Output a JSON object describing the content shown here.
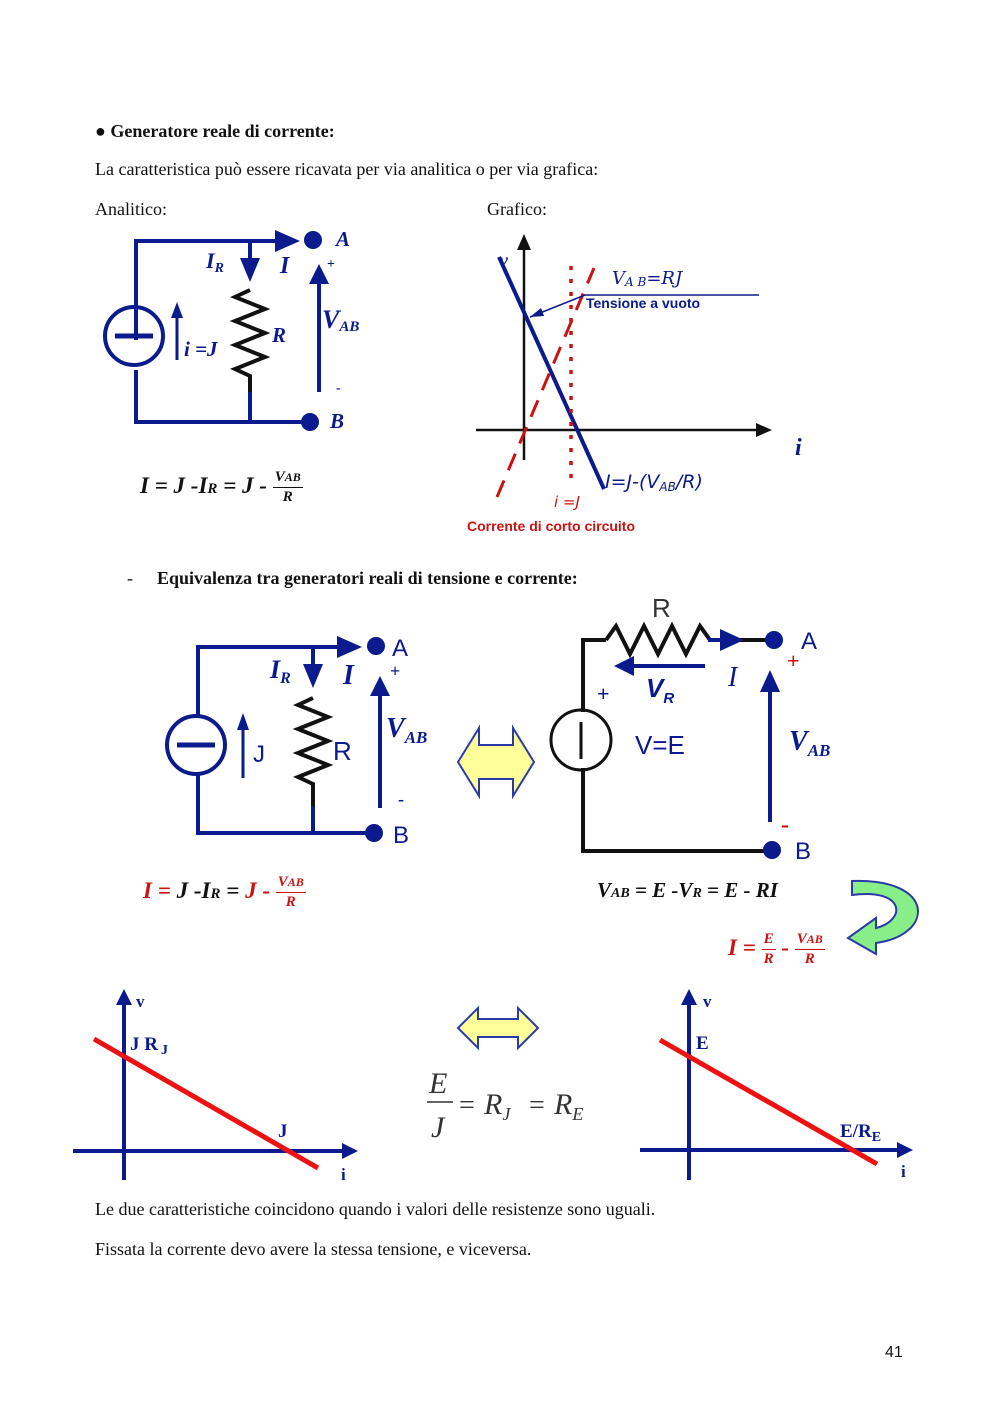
{
  "section": {
    "bullet": "●",
    "title": "Generatore reale di corrente:",
    "intro": "La caratteristica può essere ricavata per via analitica o per via grafica:",
    "analytic_label": "Analitico:",
    "graphic_label": "Grafico:"
  },
  "circuit1": {
    "node_a": "A",
    "node_b": "B",
    "ir": "I",
    "ir_sub": "R",
    "i": "I",
    "plus": "+",
    "minus": "-",
    "vab": "V",
    "vab_sub": "AB",
    "src": "i =J",
    "r": "R"
  },
  "formula1": {
    "lhs": "I = J -I",
    "sub": "R",
    "mid": " = J - ",
    "num": "V",
    "num_sub": "AB",
    "den": "R"
  },
  "graph1": {
    "v_axis": "v",
    "i_axis": "i",
    "vab_eq": "V",
    "vab_eq_sub": "A B",
    "vab_eq_rest": "=RJ",
    "open_circuit": "Tensione a vuoto",
    "line_eq_a": "I=J-(V",
    "line_eq_sub": "AB",
    "line_eq_b": "/R)",
    "ij": "i =J",
    "short_circuit": "Corrente di corto circuito"
  },
  "equiv": {
    "dash": "-",
    "title": "Equivalenza tra generatori reali di tensione e corrente:"
  },
  "circuit2": {
    "node_a": "A",
    "node_b": "B",
    "ir": "I",
    "ir_sub": "R",
    "i": "I",
    "plus": "+",
    "minus": "-",
    "vab": "V",
    "vab_sub": "AB",
    "src": "J",
    "r": "R"
  },
  "circuit3": {
    "r": "R",
    "node_a": "A",
    "node_b": "B",
    "i": "I",
    "plus_src": "+",
    "vr": "V",
    "vr_sub": "R",
    "src": "V=E",
    "plus": "+",
    "minus": "-",
    "vab": "V",
    "vab_sub": "AB"
  },
  "formula2": {
    "i": "I",
    "eq1": " = ",
    "j1": "J",
    "ir": " -I",
    "ir_sub": "R",
    "eq2": " = ",
    "j2": "J",
    "minus": " - ",
    "num": "V",
    "num_sub": "AB",
    "den": "R"
  },
  "formula3": {
    "v": "V",
    "v_sub": "AB",
    "rest": " = E -V",
    "r_sub": "R",
    "tail": " = E - RI"
  },
  "formula4": {
    "i": "I = ",
    "num1": "E",
    "den1": "R",
    "minus": " - ",
    "num2": "V",
    "num2_sub": "AB",
    "den2": "R"
  },
  "graph2": {
    "v_axis": "v",
    "i_axis": "i",
    "y_label": "J R",
    "y_sub": "J",
    "x_label": "J"
  },
  "ratio": {
    "num": "E",
    "den": "J",
    "eq1": "=",
    "rj": "R",
    "rj_sub": "J",
    "eq2": "=",
    "re": "R",
    "re_sub": "E"
  },
  "graph3": {
    "v_axis": "v",
    "i_axis": "i",
    "y_label": "E",
    "x_label": "E/R",
    "x_sub": "E"
  },
  "closing": {
    "line1": "Le due caratteristiche coincidono quando i valori delle resistenze sono uguali.",
    "line2": "Fissata la corrente devo avere la stessa tensione, e viceversa."
  },
  "page_number": "41",
  "colors": {
    "navy": "#0b1a8c",
    "red": "#cc1111",
    "yellow": "#ffff99",
    "green": "#88ee88"
  }
}
